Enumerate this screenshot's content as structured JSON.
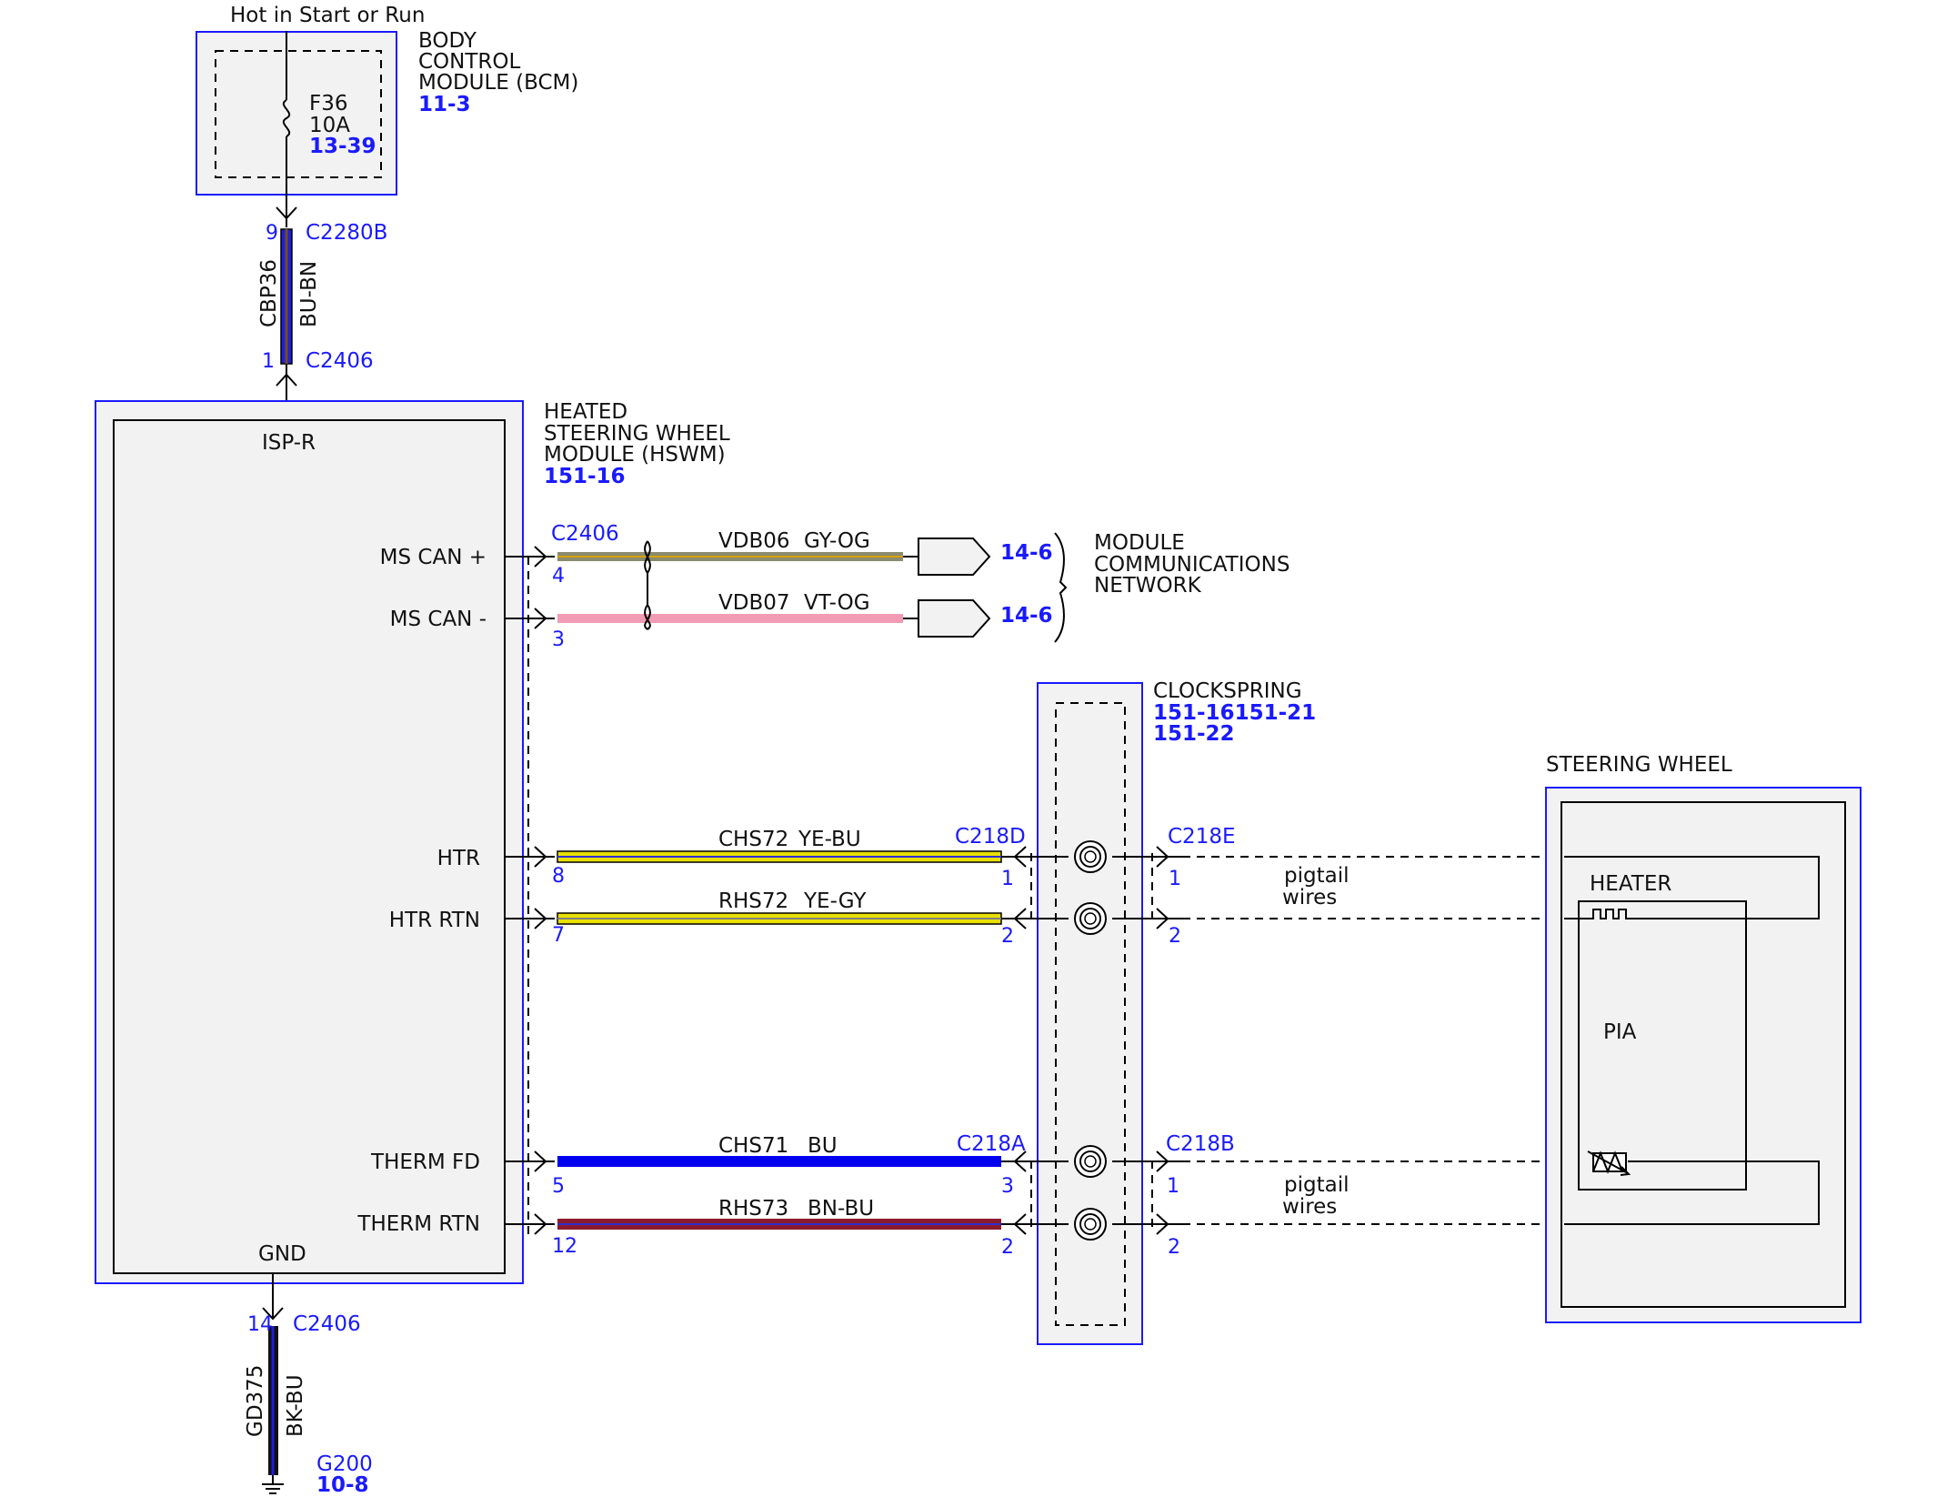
{
  "title_top": "Hot in Start or Run",
  "bcm": {
    "label_lines": [
      "BODY",
      "CONTROL",
      "MODULE (BCM)"
    ],
    "ref": "11-3",
    "fuse_name": "F36",
    "fuse_rating": "10A",
    "fuse_ref": "13-39"
  },
  "wire_cbp36": {
    "circuit": "CBP36",
    "color": "BU-BN",
    "pin_top": "9",
    "conn_top": "C2280B",
    "pin_bottom": "1",
    "conn_bottom": "C2406"
  },
  "hswm": {
    "label_lines": [
      "HEATED",
      "STEERING WHEEL",
      "MODULE (HSWM)"
    ],
    "ref": "151-16",
    "pin_isp": "ISP-R",
    "pin_gnd": "GND",
    "pin_labels": [
      "MS CAN +",
      "MS CAN -",
      "HTR",
      "HTR RTN",
      "THERM FD",
      "THERM RTN"
    ]
  },
  "can": {
    "connector": "C2406",
    "wires": [
      {
        "pin": "4",
        "circuit": "VDB06",
        "color": "GY-OG",
        "ref": "14-6",
        "wire_color": "#8a8a70"
      },
      {
        "pin": "3",
        "circuit": "VDB07",
        "color": "VT-OG",
        "ref": "14-6",
        "wire_color": "#f29bb5"
      }
    ],
    "network_lines": [
      "MODULE",
      "COMMUNICATIONS",
      "NETWORK"
    ]
  },
  "clockspring": {
    "label": "CLOCKSPRING",
    "refs_line1": "151-16151-21",
    "refs_line2": "151-22"
  },
  "heater_wires": [
    {
      "pin_hswm": "8",
      "circuit": "CHS72",
      "color": "YE-BU",
      "pin_cs_in": "1",
      "pin_cs_out": "1",
      "wire_color": "#e8e000"
    },
    {
      "pin_hswm": "7",
      "circuit": "RHS72",
      "color": "YE-GY",
      "pin_cs_in": "2",
      "pin_cs_out": "2",
      "wire_color": "#e8e000"
    }
  ],
  "heater_conn_in": "C218D",
  "heater_conn_out": "C218E",
  "therm_wires": [
    {
      "pin_hswm": "5",
      "circuit": "CHS71",
      "color": "BU",
      "pin_cs_in": "3",
      "pin_cs_out": "1",
      "wire_color": "#0000ee"
    },
    {
      "pin_hswm": "12",
      "circuit": "RHS73",
      "color": "BN-BU",
      "pin_cs_in": "2",
      "pin_cs_out": "2",
      "wire_color": "#8b1a2e"
    }
  ],
  "therm_conn_in": "C218A",
  "therm_conn_out": "C218B",
  "pigtail_lines": [
    "pigtail",
    "wires"
  ],
  "steering_wheel": {
    "label": "STEERING WHEEL",
    "heater": "HEATER",
    "pia": "PIA"
  },
  "ground": {
    "pin": "14",
    "connector": "C2406",
    "circuit": "GD375",
    "color": "BK-BU",
    "location": "G200",
    "ref": "10-8"
  },
  "colors": {
    "module_border": "#1a1aff",
    "module_fill": "#f2f2f2",
    "ref_blue": "#1a1aff"
  }
}
